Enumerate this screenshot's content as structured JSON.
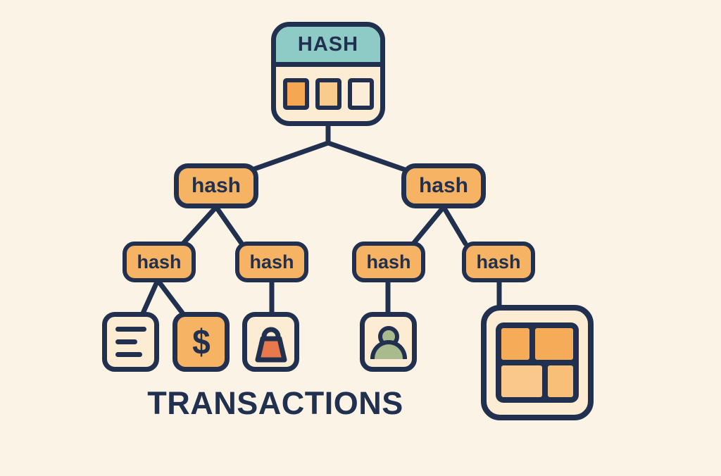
{
  "tree": {
    "root": {
      "label": "HASH"
    },
    "level2": [
      {
        "label": "hash"
      },
      {
        "label": "hash"
      }
    ],
    "level3": [
      {
        "label": "hash"
      },
      {
        "label": "hash"
      },
      {
        "label": "hash"
      },
      {
        "label": "hash"
      }
    ],
    "leaves": [
      {
        "icon": "document-lines-icon"
      },
      {
        "icon": "dollar-sign-icon",
        "glyph": "$"
      },
      {
        "icon": "shopping-bag-icon"
      },
      {
        "icon": "person-icon"
      },
      {
        "icon": "block-grid-icon"
      }
    ],
    "caption": "TRANSACTIONS"
  },
  "colors": {
    "background": "#faf3e6",
    "navy": "#20304e",
    "teal": "#8ecac6",
    "orange": "#f7b364",
    "cream": "#fbecd3",
    "block-dark": "#f5a751",
    "block-mid": "#f9cb8c",
    "block-light": "#fbeed8",
    "bag-orange": "#e8794d",
    "sage": "#a9ba8c",
    "grid-top": "#f6ab58",
    "grid-bottom-left": "#f9c88a",
    "grid-bottom-right": "#f8bf79"
  }
}
